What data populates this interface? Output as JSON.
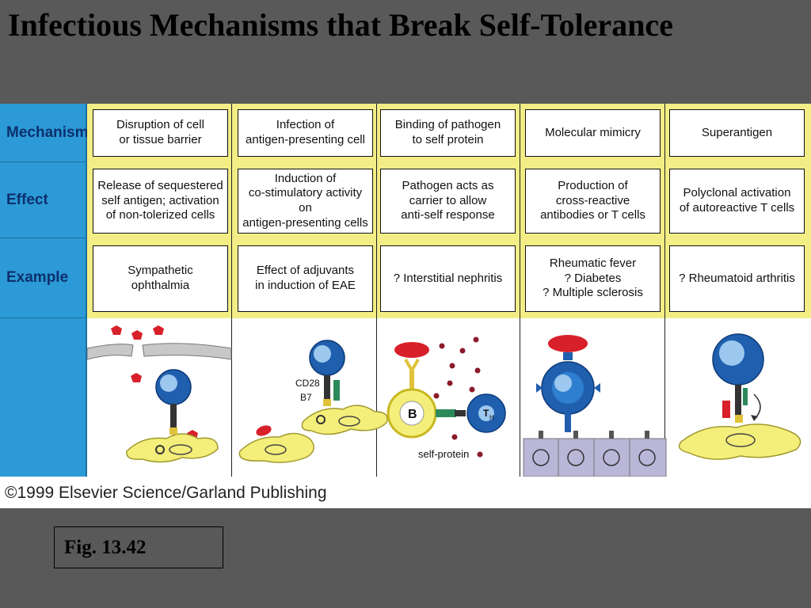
{
  "title": "Infectious Mechanisms that Break Self-Tolerance",
  "row_labels": {
    "mechanism": "Mechanism",
    "effect": "Effect",
    "example": "Example"
  },
  "columns": [
    {
      "mechanism": "Disruption of cell\nor tissue barrier",
      "effect": "Release of sequestered\nself antigen; activation\nof non-tolerized cells",
      "example": "Sympathetic\nophthalmia"
    },
    {
      "mechanism": "Infection of\nantigen-presenting cell",
      "effect": "Induction of\nco-stimulatory activity on\nantigen-presenting cells",
      "example": "Effect of adjuvants\nin induction of EAE"
    },
    {
      "mechanism": "Binding of pathogen\nto self protein",
      "effect": "Pathogen acts as\ncarrier to allow\nanti-self response",
      "example": "? Interstitial  nephritis"
    },
    {
      "mechanism": "Molecular  mimicry",
      "effect": "Production of\ncross-reactive\nantibodies or T cells",
      "example": "Rheumatic fever\n? Diabetes\n? Multiple sclerosis"
    },
    {
      "mechanism": "Superantigen",
      "effect": "Polyclonal activation\nof autoreactive T cells",
      "example": "? Rheumatoid  arthritis"
    }
  ],
  "illustration_labels": {
    "cd28": "CD28",
    "b7": "B7",
    "b_cell": "B",
    "t_cell": "T",
    "t_cell_sub": "H",
    "self_protein": "self-protein"
  },
  "copyright": "©1999 Elsevier Science/Garland Publishing",
  "figure_label": "Fig. 13.42",
  "colors": {
    "background": "#595959",
    "label_blue": "#2c9ad6",
    "band_yellow": "#f2ed85",
    "cell_blue": "#1f5fae",
    "cell_yellow": "#f4ee7a",
    "pathogen_red": "#d8202a",
    "tissue_purple": "#b9b6d8"
  }
}
